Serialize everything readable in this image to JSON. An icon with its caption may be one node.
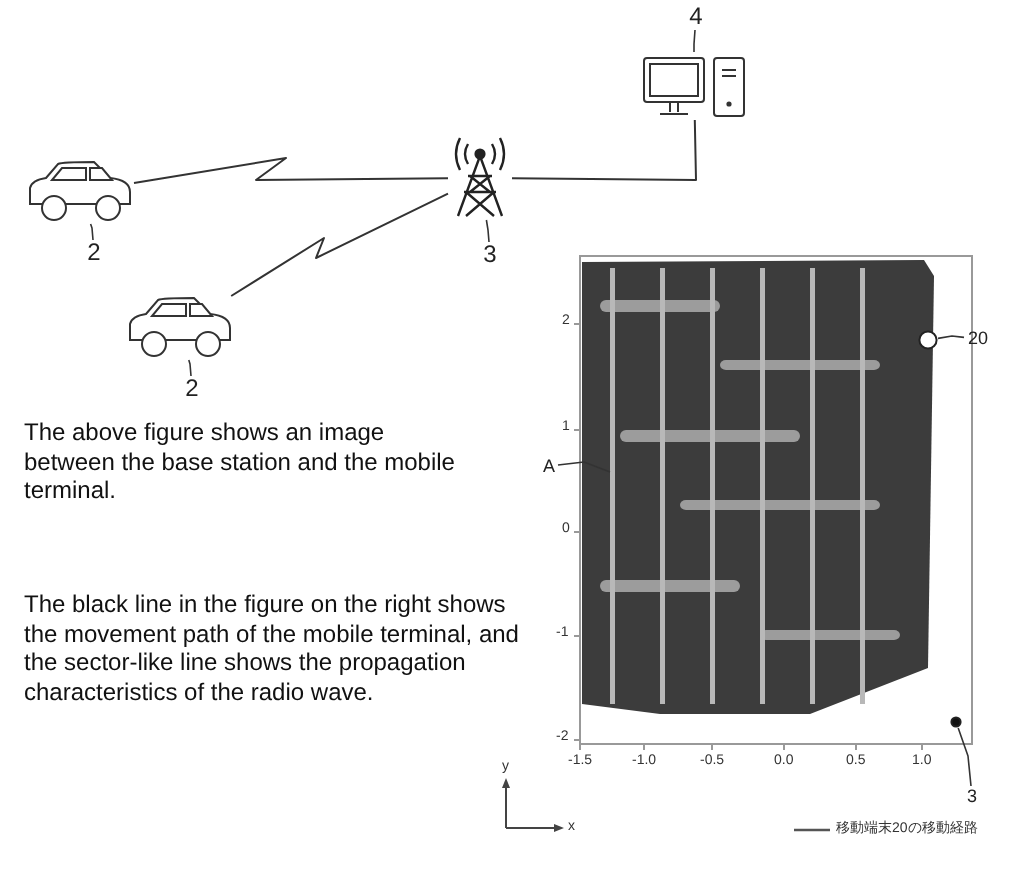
{
  "diagram": {
    "nodes": [
      {
        "text": [],
        "shape": "car"
      },
      {
        "text": [],
        "shape": "car"
      },
      {
        "text": [],
        "shape": "tower"
      },
      {
        "text": [],
        "shape": "computer"
      },
      {
        "text": [
          "2"
        ]
      },
      {
        "text": [
          "2"
        ]
      },
      {
        "text": [
          "3"
        ]
      },
      {
        "text": [
          "4"
        ]
      },
      {
        "text": [],
        "shape": "circle"
      },
      {
        "text": [
          "20"
        ]
      },
      {
        "text": [],
        "shape": "circle"
      },
      {
        "text": [
          "3"
        ]
      },
      {
        "text": [
          "A"
        ]
      }
    ],
    "edges": [
      {
        "from": 0,
        "to": 2,
        "arrow": "none"
      },
      {
        "from": 1,
        "to": 2,
        "arrow": "none"
      },
      {
        "from": 2,
        "to": 3,
        "arrow": "none"
      },
      {
        "from": 4,
        "to": 0,
        "arrow": "none"
      },
      {
        "from": 5,
        "to": 1,
        "arrow": "none"
      },
      {
        "from": 6,
        "to": 2,
        "arrow": "none"
      },
      {
        "from": 7,
        "to": 3,
        "arrow": "none"
      },
      {
        "from": 9,
        "to": 8,
        "arrow": "none"
      },
      {
        "from": 11,
        "to": 10,
        "arrow": "none"
      },
      {
        "from": 12,
        "to": null,
        "arrow": "none"
      }
    ],
    "labels": [
      "The above figure shows an image between the base station and the mobile terminal.",
      "The black line in the figure on the right shows the movement path of the mobile terminal, and the sector-like line shows the propagation characteristics of the radio wave.",
      "2",
      "1",
      "0",
      "-1",
      "-2",
      "-1.5",
      "-1.0",
      "-0.5",
      "0.0",
      "0.5",
      "1.0",
      "y",
      "x"
    ],
    "legend": [
      {
        "text": "移動端末20の移動経路"
      }
    ]
  }
}
